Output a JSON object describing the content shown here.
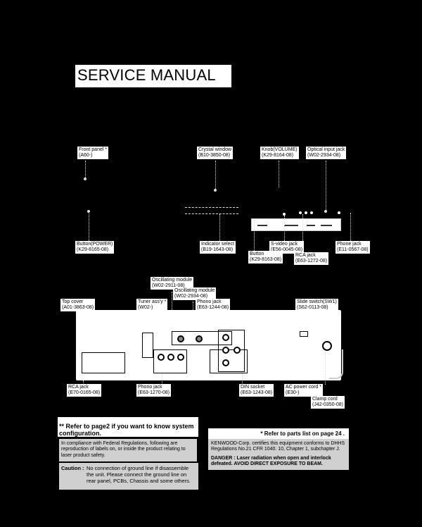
{
  "title": "SERVICE MANUAL",
  "labels": {
    "front_panel": [
      "Front panel *",
      "(A60-)"
    ],
    "crystal_window": [
      "Crystal window",
      "(B10-3850-08)"
    ],
    "knob_volume": [
      "Knob(VOLUME)",
      "(K29-8164-08)"
    ],
    "optical_jack": [
      "Optical input jack",
      "(W02-2934-08)"
    ],
    "button_power": [
      "Button(POWER)",
      "(K29-8165-08)"
    ],
    "indicator_select": [
      "Indicator select",
      "(B19-1643-08)"
    ],
    "svideo_jack": [
      "S-video jack",
      "(E56-0045-08)"
    ],
    "phone_jack": [
      "Phone jack",
      "(E11-0567-08)"
    ],
    "button": [
      "Button",
      "(K29-8163-08)"
    ],
    "rca_jack_front": [
      "RCA jack",
      "(E63-1272-08)"
    ],
    "osc_module_1": [
      "Oscillating module",
      "(W02-2911-08)"
    ],
    "osc_module_2": [
      "Oscillating module",
      "(W02-2934-08)"
    ],
    "top_cover": [
      "Top cover",
      "(A01-3863-08)"
    ],
    "tuner_assy": [
      "Tuner ass'y *",
      "(W02-)"
    ],
    "phono_jack_top": [
      "Phono jack",
      "(E63-1244-08)"
    ],
    "slide_switch": [
      "Slide switch(SW1)",
      "(S62-0113-08)"
    ],
    "rca_jack_rear": [
      "RCA jack",
      "(E70-0165-08)"
    ],
    "phono_jack_bottom": [
      "Phono jack",
      "(E63-1270-08)"
    ],
    "din_socket": [
      "DIN socket",
      "(E63-1243-08)"
    ],
    "ac_power_cord": [
      "AC power cord *",
      "(E30-)"
    ],
    "clamp_cord": [
      "Clamp cord",
      "(J42-0350-08)"
    ]
  },
  "notes": {
    "refer_page2": "** Refer to page2 if you want to know system configuration.",
    "refer_parts": "* Refer to parts list on page 24 .",
    "federal": "In compliance with Federal Regulations, following are reproduction of labels on, or inside the product relating to laser product safety.",
    "kenwood": "KENWOOD-Corp. certifies this equipment conforms to DHHS Regulations No.21 CFR 1040. 10, Chapter 1, subchapter J.",
    "danger": "DANGER : Laser radiation when open and interlock defeated. AVOID DIRECT EXPOSURE TO BEAM.",
    "caution_head": "Caution :",
    "caution_body": "No connection of ground line if disassemble the unit.  Please connect the ground line on rear panel, PCBs, Chassis and some others."
  }
}
